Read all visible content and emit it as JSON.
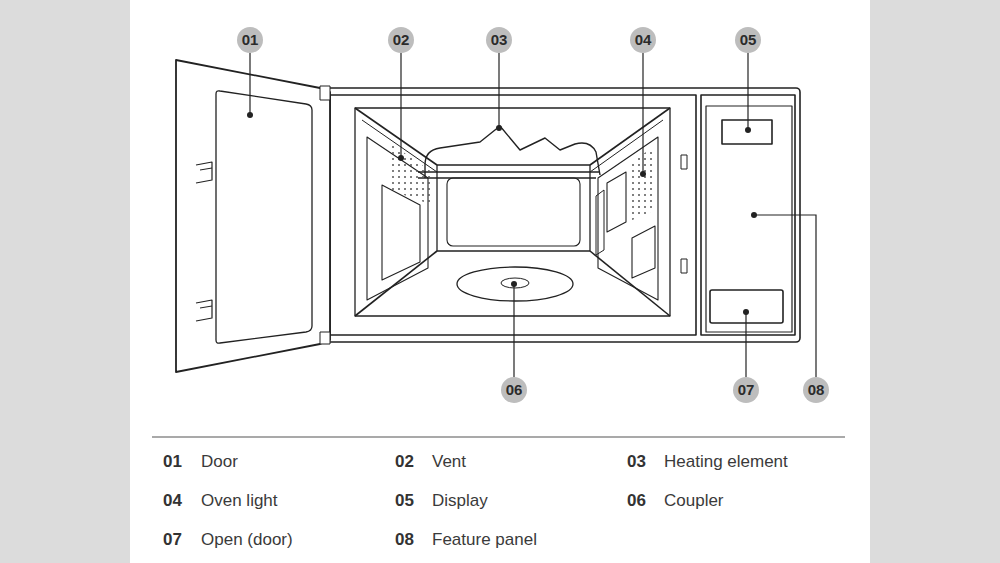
{
  "diagram": {
    "labels": [
      "01",
      "02",
      "03",
      "04",
      "05",
      "06",
      "07",
      "08",
      "01",
      "Door",
      "02",
      "Vent",
      "03",
      "Heating element",
      "04",
      "Oven light",
      "05",
      "Display",
      "06",
      "Coupler",
      "07",
      "Open (door)",
      "08",
      "Feature panel"
    ]
  }
}
